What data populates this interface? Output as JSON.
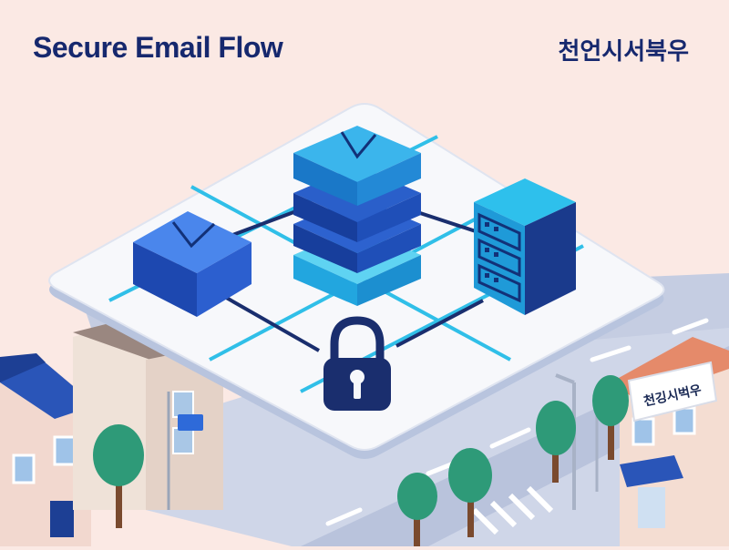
{
  "header": {
    "title": "Secure Email Flow",
    "korean_title": "천언시서북우"
  },
  "street_sign": {
    "text": "천깅시벅우"
  },
  "icons": {
    "sender": "envelope-icon",
    "server_stack": "stacked-mail-server-icon",
    "destination": "server-rack-icon",
    "security": "padlock-icon"
  },
  "colors": {
    "background": "#fbe9e4",
    "title": "#16286e",
    "platform": "#f7f8fb",
    "accent_blue": "#2f6fe0",
    "cyan": "#2ec0ec",
    "navy": "#1a2e6e"
  }
}
